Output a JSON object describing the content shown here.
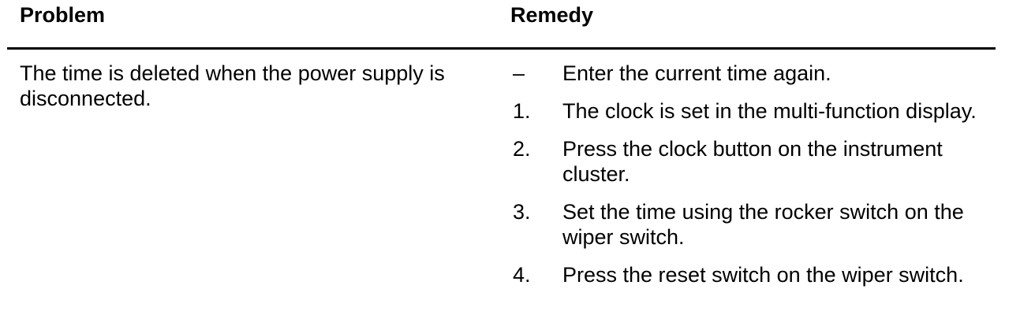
{
  "page": {
    "background_color": "#ffffff",
    "text_color": "#000000"
  },
  "table": {
    "headers": {
      "problem": "Problem",
      "remedy": "Remedy"
    },
    "rows": [
      {
        "problem": "The time is deleted when the power supply is disconnected.",
        "remedies": [
          {
            "marker": "–",
            "text": "Enter the current time again."
          },
          {
            "marker": "1.",
            "text": "The clock is set in the multi-function display."
          },
          {
            "marker": "2.",
            "text": "Press the clock button on the instrument cluster."
          },
          {
            "marker": "3.",
            "text": "Set the time using the rocker switch on the wiper switch."
          },
          {
            "marker": "4.",
            "text": "Press the reset switch on the wiper switch."
          }
        ]
      }
    ]
  }
}
